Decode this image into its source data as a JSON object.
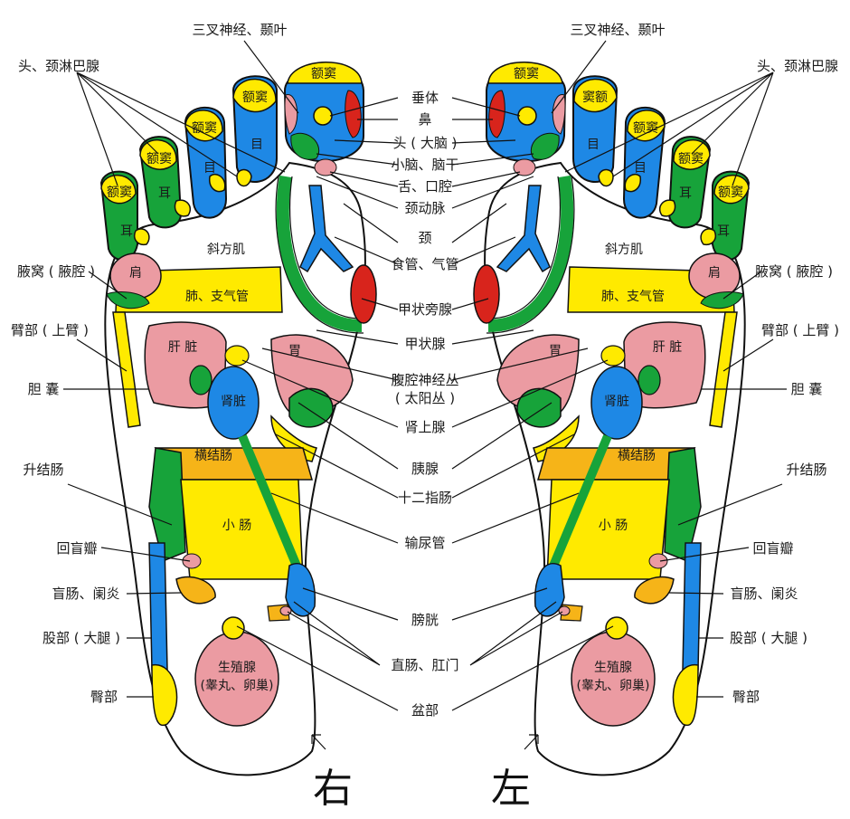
{
  "colors": {
    "yellow": "#ffea00",
    "blue": "#1e88e5",
    "pink": "#eb9ba2",
    "green": "#17a33a",
    "red": "#d8241c",
    "orange": "#f6b418",
    "outline": "#111111"
  },
  "feet": {
    "right_char": "右",
    "left_char": "左"
  },
  "zones": {
    "sinus": "额窦",
    "sinus_alt": "窦额",
    "eye": "目",
    "ear": "耳",
    "shoulder": "肩",
    "trapezius": "斜方肌",
    "lung": "肺、支气管",
    "liver": "肝 脏",
    "kidney": "肾脏",
    "stomach": "胃",
    "transverse_colon": "横结肠",
    "small_intestine": "小 肠",
    "gonad_line1": "生殖腺",
    "gonad_line2": "(睾丸、卵巢)"
  },
  "center_labels": [
    "垂体",
    "鼻",
    "头 ( 大脑 )",
    "小脑、脑干",
    "舌、口腔",
    "颈动脉",
    "颈",
    "食管、气管",
    "甲状旁腺",
    "甲状腺",
    "腹腔神经丛",
    "( 太阳丛 )",
    "肾上腺",
    "胰腺",
    "十二指肠",
    "输尿管",
    "膀胱",
    "直肠、肛门",
    "盆部"
  ],
  "top_labels": {
    "trigeminal": "三叉神经、颞叶",
    "lymph": "头、颈淋巴腺"
  },
  "side_labels": [
    "腋窝 ( 腋腔 )",
    "臂部 ( 上臂 )",
    "胆 囊",
    "升结肠",
    "回盲瓣",
    "盲肠、阑炎",
    "股部 ( 大腿 )",
    "臀部"
  ]
}
